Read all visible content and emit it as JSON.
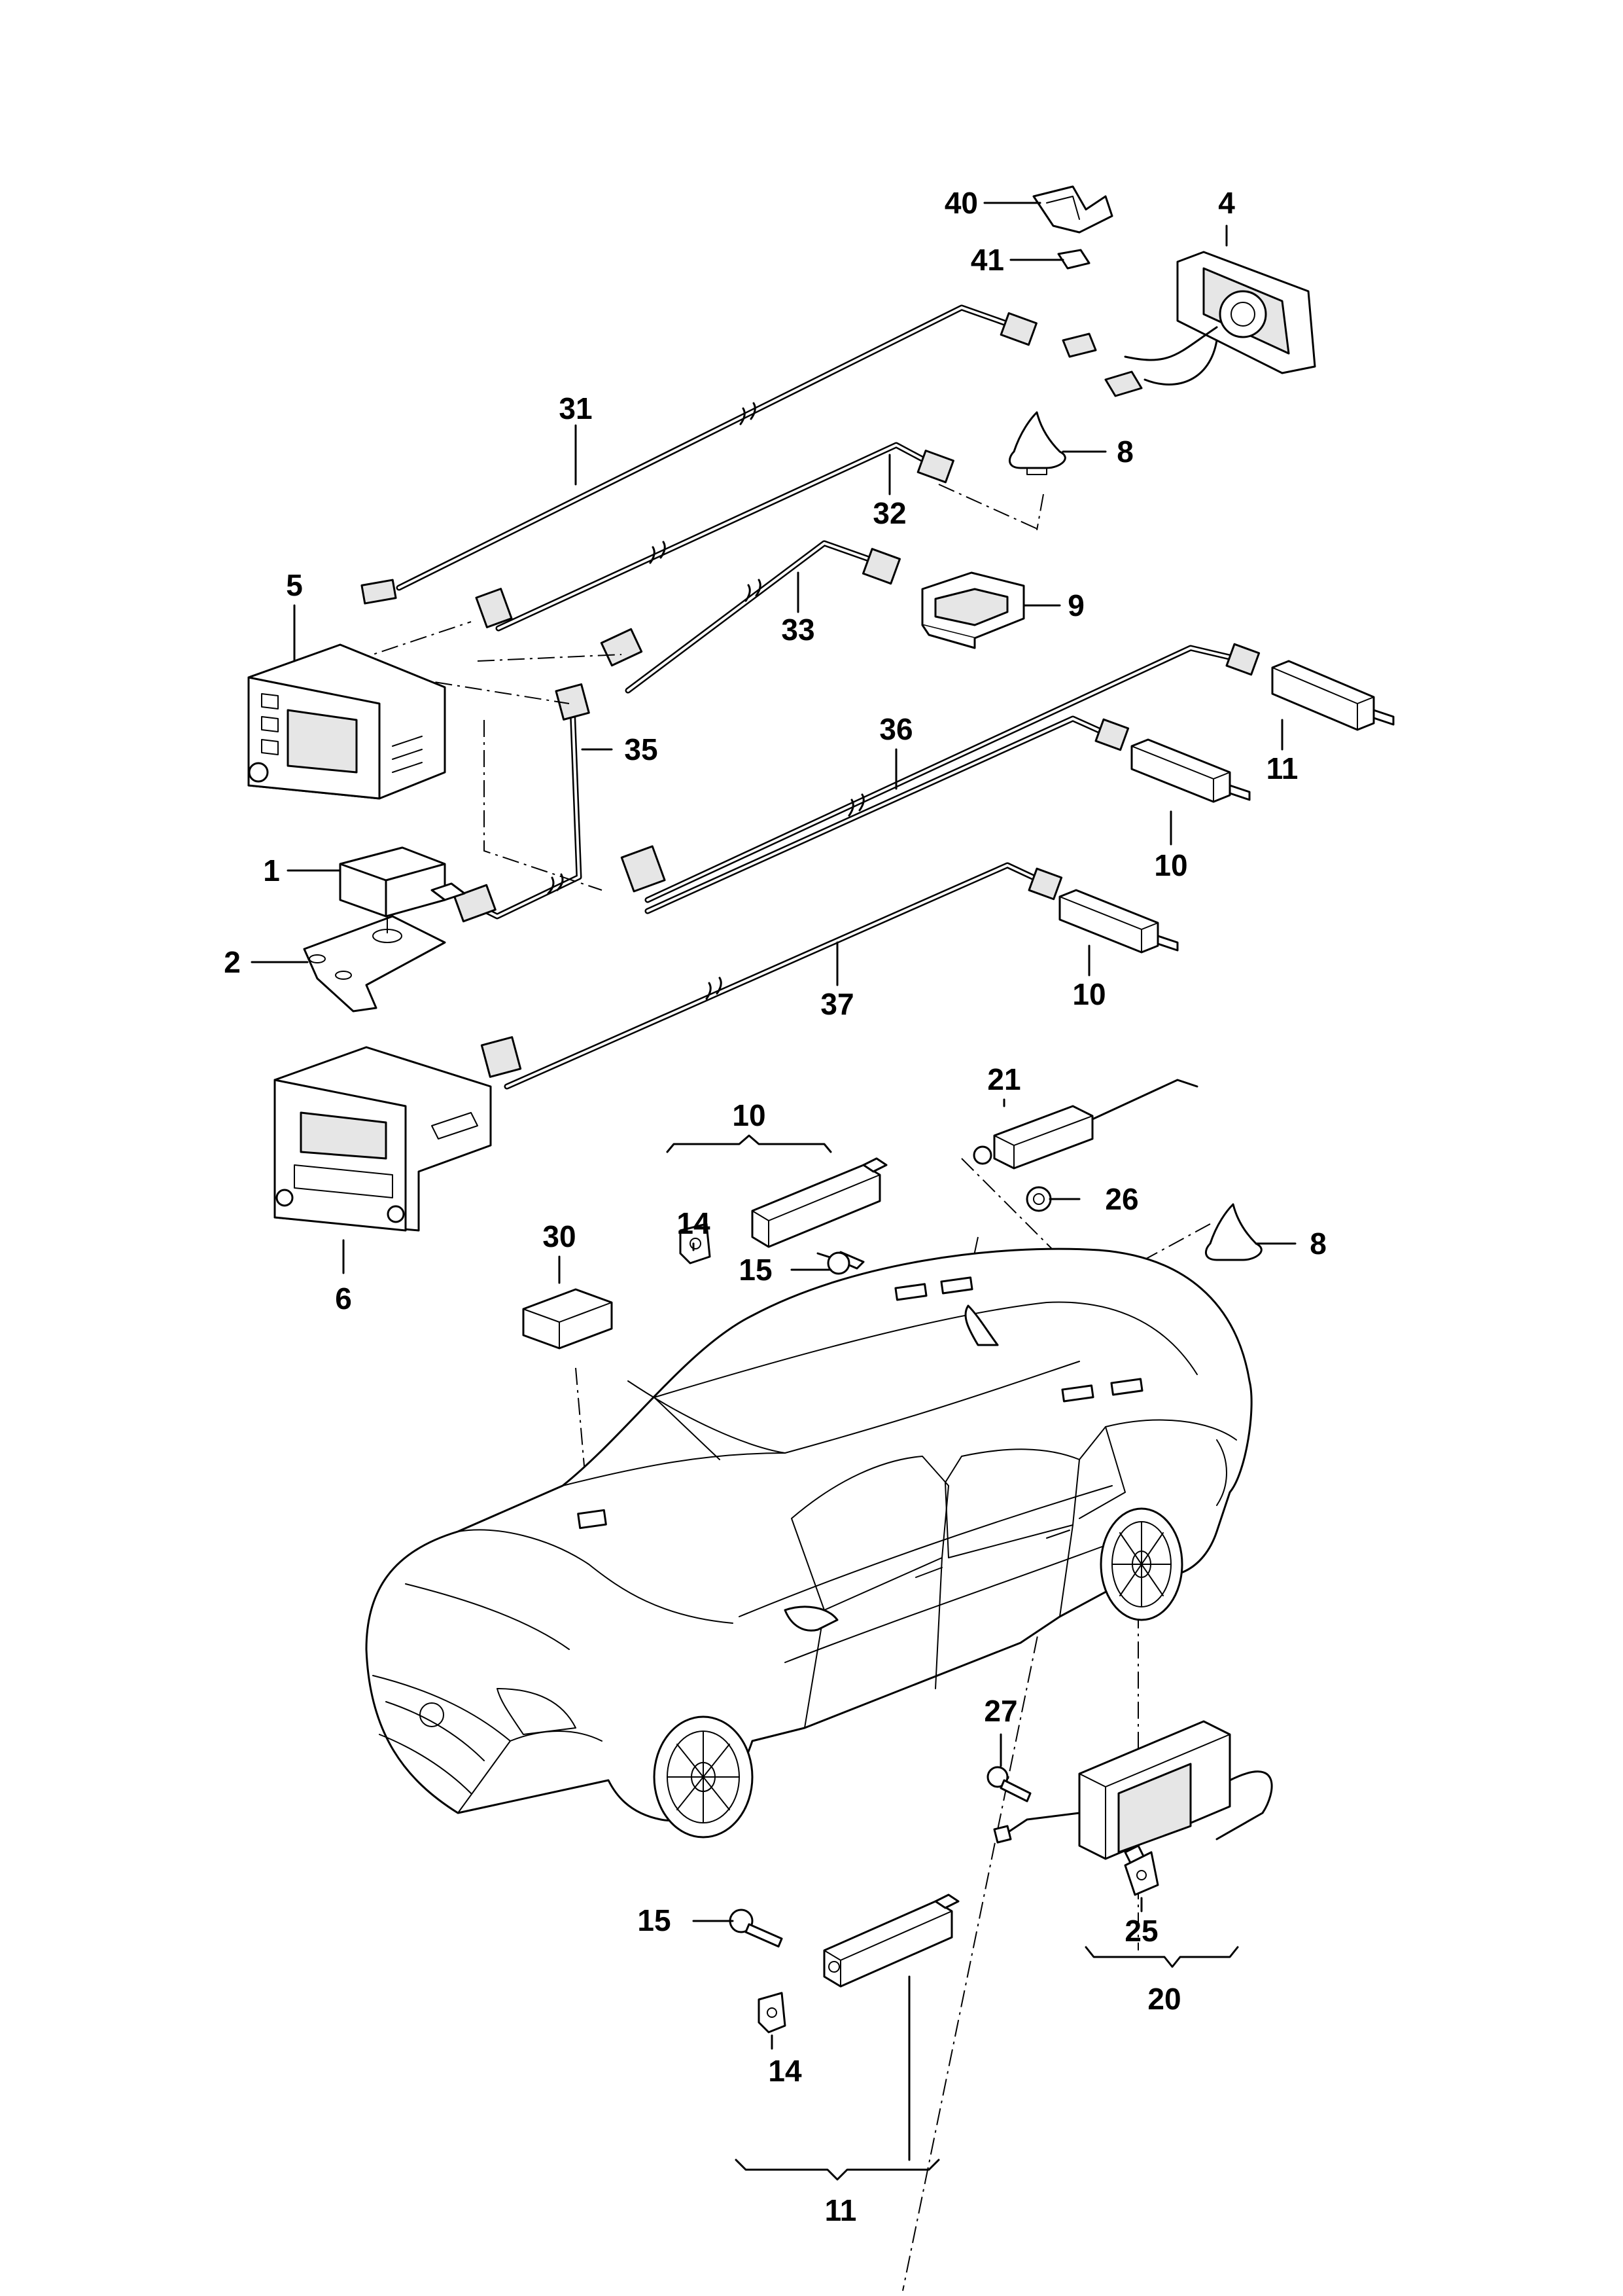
{
  "labels": {
    "p1": "1",
    "p2": "2",
    "p4": "4",
    "p5": "5",
    "p6": "6",
    "p8a": "8",
    "p8b": "8",
    "p9": "9",
    "p10a": "10",
    "p10b": "10",
    "p10c": "10",
    "p11a": "11",
    "p11b": "11",
    "p14a": "14",
    "p14b": "14",
    "p15a": "15",
    "p15b": "15",
    "p20": "20",
    "p21": "21",
    "p25": "25",
    "p26": "26",
    "p27": "27",
    "p30": "30",
    "p31": "31",
    "p32": "32",
    "p33": "33",
    "p35": "35",
    "p36": "36",
    "p37": "37",
    "p40": "40",
    "p41": "41"
  }
}
